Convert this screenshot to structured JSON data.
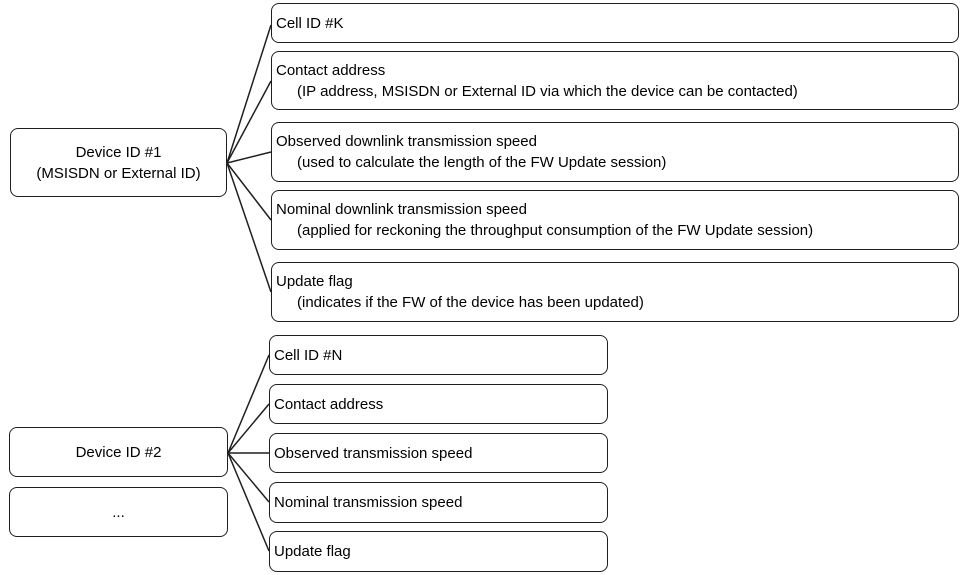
{
  "diagram": {
    "device1": {
      "label_line1": "Device ID #1",
      "label_line2": "(MSISDN or External ID)",
      "attributes": [
        {
          "title": "Cell ID #K",
          "detail": ""
        },
        {
          "title": "Contact address",
          "detail": "(IP address, MSISDN or External ID via which the device can be contacted)"
        },
        {
          "title": "Observed downlink transmission speed",
          "detail": "(used to calculate the length of the FW Update session)"
        },
        {
          "title": "Nominal downlink transmission speed",
          "detail": "(applied for reckoning the throughput consumption of the FW Update session)"
        },
        {
          "title": "Update flag",
          "detail": "(indicates if the FW of the device has been updated)"
        }
      ]
    },
    "device2": {
      "label": "Device ID #2",
      "attributes": [
        {
          "title": "Cell ID #N"
        },
        {
          "title": "Contact address"
        },
        {
          "title": "Observed transmission speed"
        },
        {
          "title": "Nominal transmission speed"
        },
        {
          "title": "Update flag"
        }
      ]
    },
    "ellipsis_label": "..."
  },
  "colors": {
    "border": "#1f1f1f",
    "background": "#ffffff",
    "text": "#000000"
  }
}
